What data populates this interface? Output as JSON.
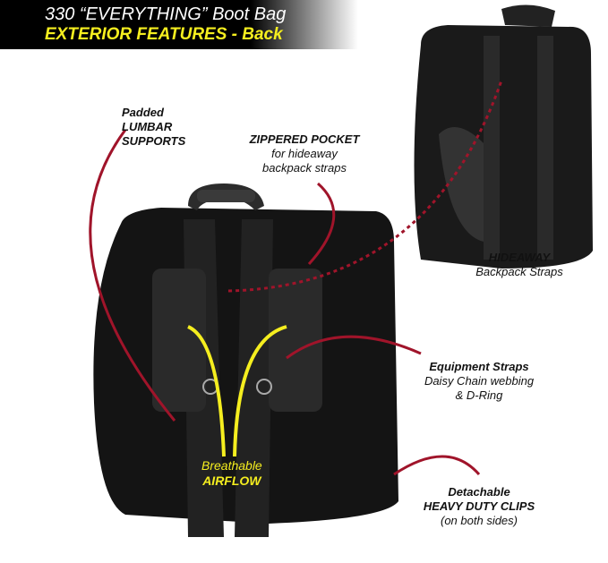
{
  "header": {
    "title": "330 “EVERYTHING” Boot Bag",
    "subtitle": "EXTERIOR FEATURES - Back"
  },
  "callouts": {
    "lumbar": {
      "line1": "Padded",
      "line2": "LUMBAR",
      "line3": "SUPPORTS"
    },
    "pocket": {
      "title": "ZIPPERED POCKET",
      "line1": "for hideaway",
      "line2": "backpack straps"
    },
    "hideaway": {
      "title": "HIDEAWAY",
      "line1": "Backpack Straps"
    },
    "equipment": {
      "title": "Equipment Straps",
      "line1": "Daisy Chain webbing",
      "line2": "& D-Ring"
    },
    "clips": {
      "title": "Detachable",
      "line1": "HEAVY DUTY CLIPS",
      "line2": "(on both sides)"
    },
    "airflow": {
      "line1": "Breathable",
      "line2": "AIRFLOW"
    }
  },
  "colors": {
    "arrow": "#a0142a",
    "airflow": "#f5ee1f",
    "bag": "#141414"
  }
}
